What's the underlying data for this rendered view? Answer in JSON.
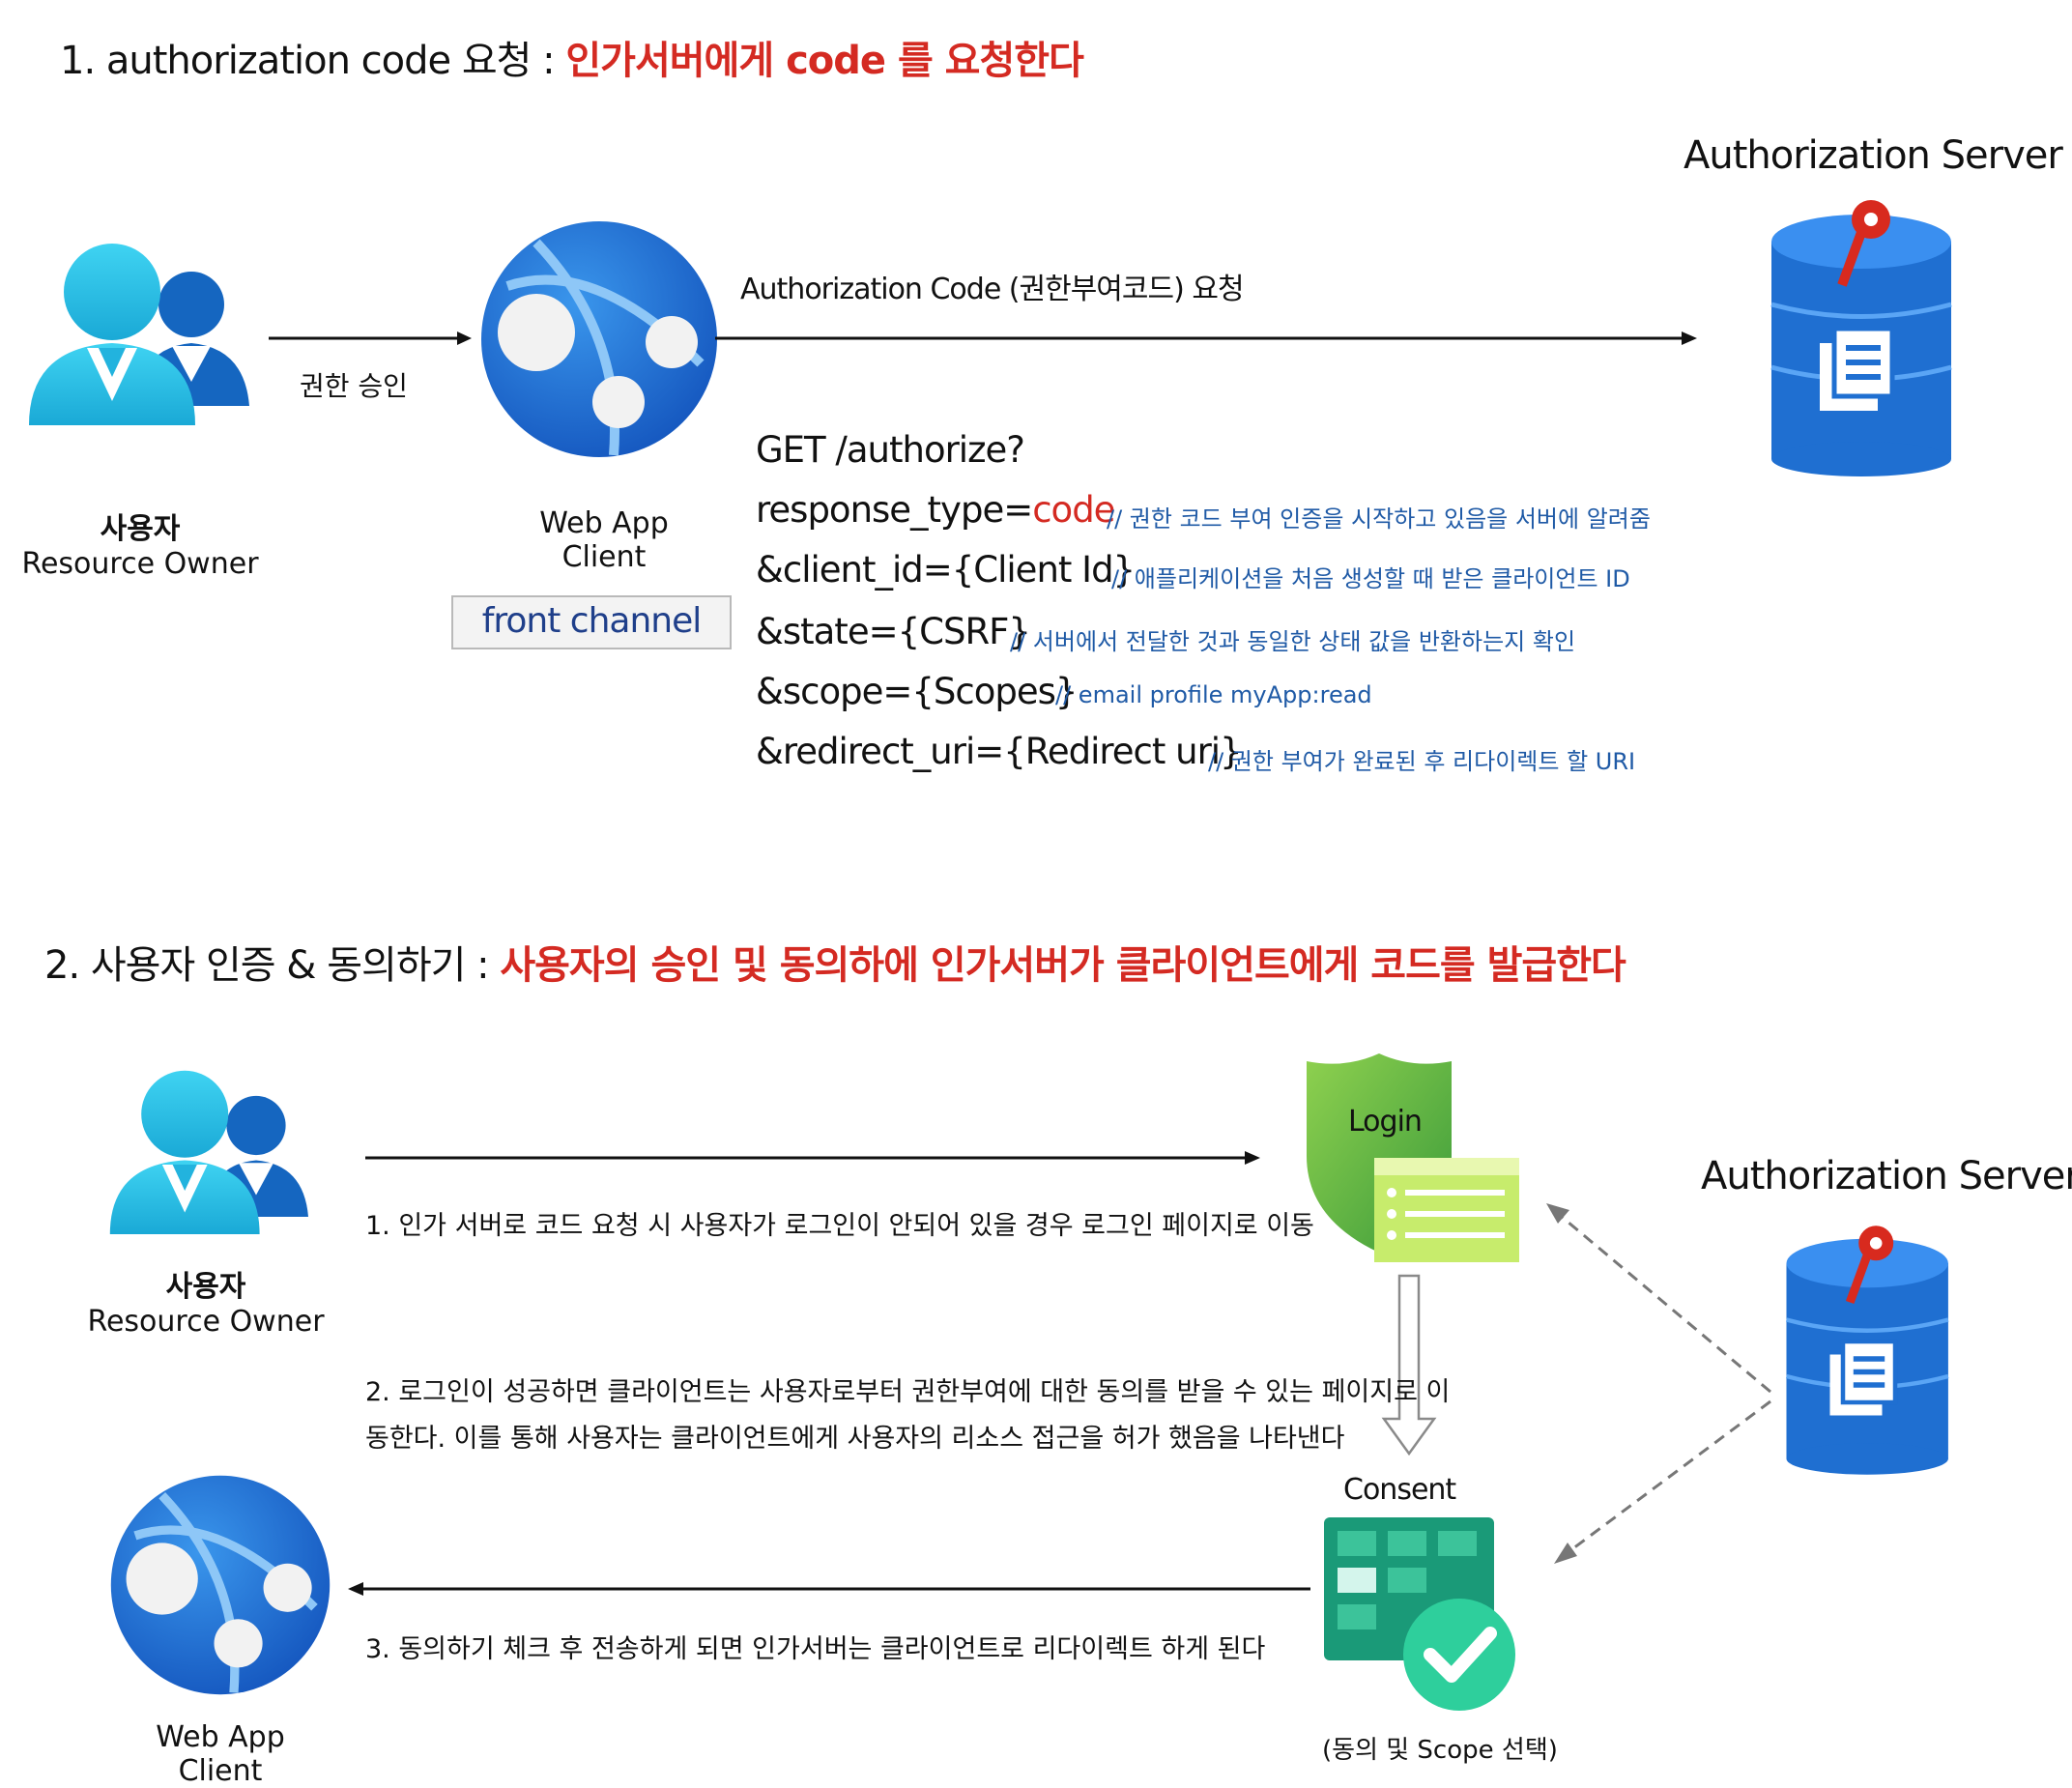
{
  "section1": {
    "title_prefix": "1. authorization code 요청 : ",
    "title_highlight": "인가서버에게 code 를 요청한다",
    "user": {
      "label_ko": "사용자",
      "label_en": "Resource Owner",
      "icon": "user-group-icon"
    },
    "arrow_label": "권한 승인",
    "client": {
      "label_1": "Web App",
      "label_2": "Client",
      "channel": "front channel",
      "icon": "web-app-globe-icon"
    },
    "request_label": "Authorization Code (권한부여코드) 요청",
    "server": {
      "label": "Authorization Server",
      "icon": "database-key-icon"
    },
    "request": {
      "line_get": "GET /authorize?",
      "response_type_key": "response_type=",
      "response_type_value": "code",
      "response_type_comment": "// 권한 코드 부여 인증을 시작하고 있음을 서버에 알려줌",
      "client_id": "&client_id={Client Id}",
      "client_id_comment": "// 애플리케이션을 처음 생성할 때 받은 클라이언트 ID",
      "state": "&state={CSRF}",
      "state_comment": "// 서버에서 전달한 것과 동일한 상태 값을 반환하는지 확인",
      "scope": "&scope={Scopes}",
      "scope_comment": "// email profile myApp:read",
      "redirect_uri": "&redirect_uri={Redirect uri}",
      "redirect_uri_comment": "// 권한 부여가 완료된 후 리다이렉트 할 URI"
    }
  },
  "section2": {
    "title_prefix": "2. 사용자 인증 & 동의하기 : ",
    "title_highlight": "사용자의 승인 및 동의하에 인가서버가 클라이언트에게 코드를 발급한다",
    "user": {
      "label_ko": "사용자",
      "label_en": "Resource Owner",
      "icon": "user-group-icon"
    },
    "step1": "1. 인가 서버로 코드 요청 시 사용자가 로그인이 안되어 있을 경우 로그인 페이지로 이동",
    "step2_line1": "2. 로그인이 성공하면 클라이언트는 사용자로부터 권한부여에 대한 동의를 받을 수 있는 페이지로 이",
    "step2_line2": "동한다. 이를 통해 사용자는 클라이언트에게 사용자의 리소스 접근을 허가 했음을 나타낸다",
    "step3": "3. 동의하기 체크 후 전송하게 되면 인가서버는 클라이언트로 리다이렉트 하게 된다",
    "login": {
      "label": "Login",
      "icon": "login-shield-icon"
    },
    "consent": {
      "label": "Consent",
      "caption": "(동의 및 Scope 선택)",
      "icon": "consent-grid-check-icon"
    },
    "server": {
      "label": "Authorization Server",
      "icon": "database-key-icon"
    },
    "client": {
      "label_1": "Web App",
      "label_2": "Client",
      "icon": "web-app-globe-icon"
    }
  },
  "colors": {
    "highlight_red": "#d42a22",
    "comment_blue": "#1f5aa6",
    "globe_blue": "#1e73d8",
    "login_green": "#5cb85c",
    "consent_teal": "#1a9a78"
  }
}
